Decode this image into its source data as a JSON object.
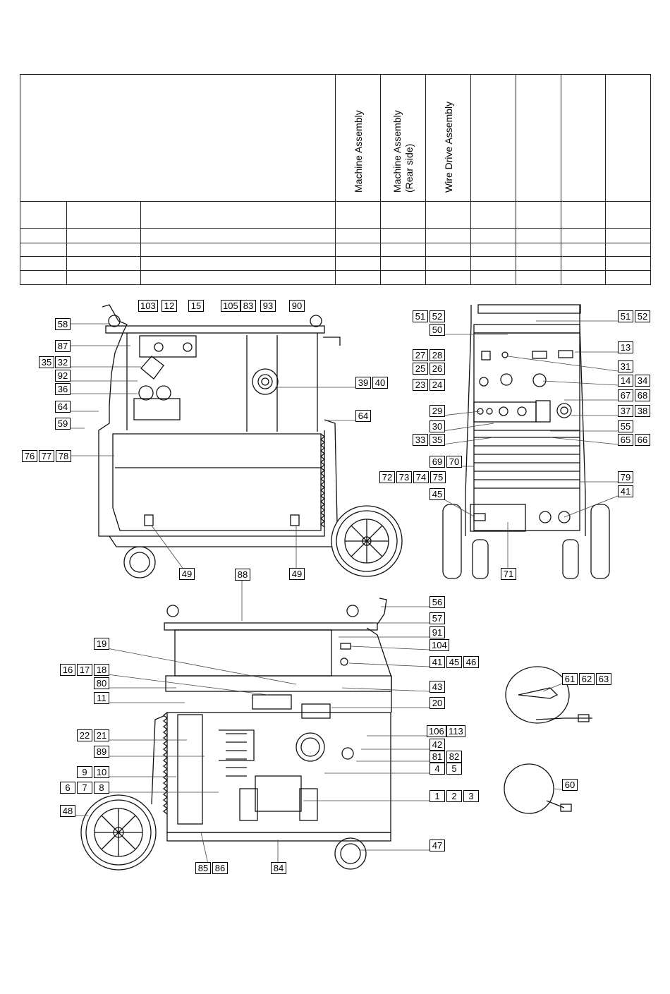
{
  "table": {
    "column_headers": [
      "Machine Assembly",
      "Machine Assembly",
      "Wire Drive Assembly",
      "",
      "",
      "",
      ""
    ],
    "column_header_sub": [
      "",
      "(Rear side)",
      "",
      "",
      "",
      "",
      ""
    ],
    "rows": 4
  },
  "callouts": {
    "side_view": [
      "103",
      "12",
      "15",
      "105",
      "83",
      "93",
      "90",
      "58",
      "87",
      "35",
      "32",
      "92",
      "36",
      "64",
      "59",
      "76",
      "77",
      "78",
      "39",
      "40",
      "64",
      "49",
      "49",
      "88"
    ],
    "front_view": [
      "51",
      "52",
      "51",
      "52",
      "50",
      "13",
      "27",
      "28",
      "31",
      "25",
      "26",
      "14",
      "34",
      "23",
      "24",
      "67",
      "68",
      "29",
      "37",
      "38",
      "30",
      "55",
      "33",
      "35",
      "65",
      "66",
      "69",
      "70",
      "72",
      "73",
      "74",
      "75",
      "79",
      "45",
      "41",
      "71"
    ],
    "rear_view": [
      "56",
      "57",
      "91",
      "104",
      "41",
      "45",
      "46",
      "19",
      "16",
      "17",
      "18",
      "80",
      "11",
      "43",
      "20",
      "106",
      "113",
      "22",
      "21",
      "42",
      "89",
      "81",
      "82",
      "9",
      "10",
      "4",
      "5",
      "6",
      "7",
      "8",
      "1",
      "2",
      "3",
      "48",
      "47",
      "85",
      "86",
      "84"
    ],
    "accessories": [
      "61",
      "62",
      "63",
      "60"
    ]
  }
}
